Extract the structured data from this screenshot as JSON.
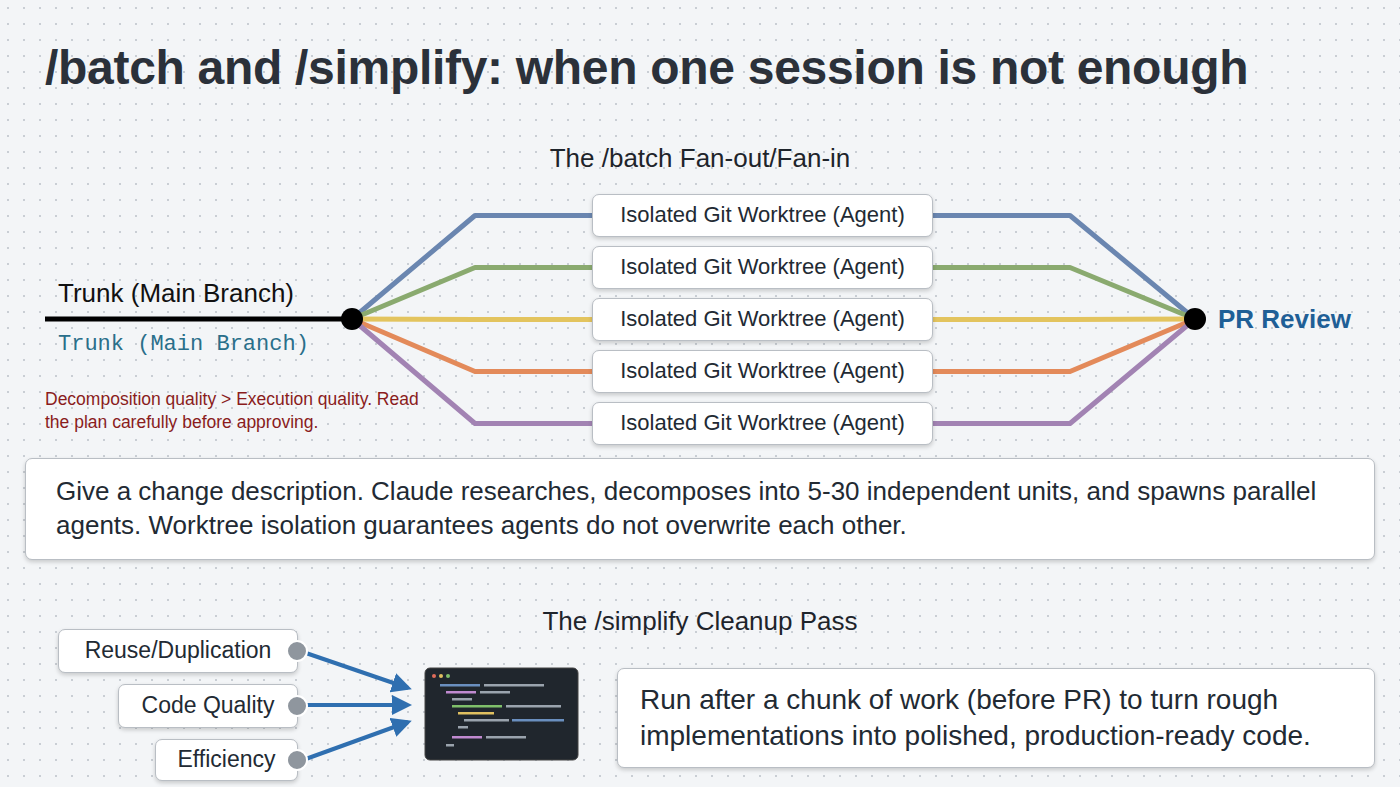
{
  "diagram": {
    "title": "/batch and /simplify: when one session is not enough",
    "nodes": [
      {
        "text": [
          "Trunk (Main Branch)",
          "Trunk (Main Branch)"
        ]
      },
      {
        "text": [
          "Isolated Git Worktree (Agent)"
        ]
      },
      {
        "text": [
          "Isolated Git Worktree (Agent)"
        ]
      },
      {
        "text": [
          "Isolated Git Worktree (Agent)"
        ]
      },
      {
        "text": [
          "Isolated Git Worktree (Agent)"
        ]
      },
      {
        "text": [
          "Isolated Git Worktree (Agent)"
        ]
      },
      {
        "text": [
          "PR Review"
        ]
      },
      {
        "text": [
          "Give a change description. Claude researches, decomposes into 5-30 independent units, and spawns parallel agents. Worktree isolation guarantees agents do not overwrite each other."
        ]
      },
      {
        "text": [
          "Reuse/Duplication"
        ]
      },
      {
        "text": [
          "Code Quality"
        ]
      },
      {
        "text": [
          "Efficiency"
        ]
      },
      {
        "text": [
          "Run after a chunk of work (before PR) to turn rough implementations into polished, production-ready code."
        ]
      }
    ],
    "edges": [
      {
        "from": 0,
        "to": 1,
        "arrow": "none"
      },
      {
        "from": 0,
        "to": 2,
        "arrow": "none"
      },
      {
        "from": 0,
        "to": 3,
        "arrow": "none"
      },
      {
        "from": 0,
        "to": 4,
        "arrow": "none"
      },
      {
        "from": 0,
        "to": 5,
        "arrow": "none"
      },
      {
        "from": 1,
        "to": 6,
        "arrow": "none"
      },
      {
        "from": 2,
        "to": 6,
        "arrow": "none"
      },
      {
        "from": 3,
        "to": 6,
        "arrow": "none"
      },
      {
        "from": 4,
        "to": 6,
        "arrow": "none"
      },
      {
        "from": 5,
        "to": 6,
        "arrow": "none"
      }
    ],
    "labels": [
      "The /batch Fan-out/Fan-in",
      "Decomposition quality > Execution quality. Read the plan carefully before approving.",
      "The /simplify Cleanup Pass"
    ]
  }
}
